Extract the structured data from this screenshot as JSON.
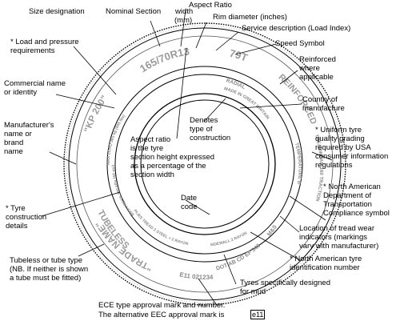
{
  "callouts": {
    "size_designation": "Size designation",
    "nominal_section": "Nominal Section",
    "width": "width",
    "mm": "(mm)",
    "aspect_ratio": "Aspect Ratio",
    "rim_diameter": "Rim diameter (inches)",
    "service_description": "Service description (Load Index)",
    "speed_symbol": "Speed Symbol",
    "reinforced": "Reinforced\nwhere\napplicable",
    "load_pressure": "* Load and pressure\nrequirements",
    "commercial_name": "Commercial name\nor identity",
    "country": "Country of\nmanufacture",
    "denotes": "Denotes\ntype of\nconstruction",
    "aspect_explained": "Aspect ratio\nis the tyre\nsection height expressed\nas a percentage of the\nsection width",
    "manufacturer": "Manufacturer's\nname or\nbrand\nname",
    "uniform": "* Uniform tyre\nquality grading\nrequired by USA\nconsumer information\nregulations",
    "north_american_dot": "* North American\nDepartment of\nTransportation\nCompliance symbol",
    "date_code": "Date\ncode",
    "tread_wear": "Location of tread wear\nindicators (markings\nvary with manufacturer)",
    "tyre_construction": "* Tyre\nconstruction\ndetails",
    "tubeless": "Tubeless or tube type\n(NB. If neither is shown\na tube must be fitted)",
    "north_american_id": "* North American tyre\nidentification number",
    "mud": "Tyres specifically designed\nfor mud",
    "ece": "ECE type approval mark and number.",
    "eec": "The alternative EEC approval mark is",
    "eec_box": "e11"
  },
  "tyre": {
    "size": "165/70R13",
    "service": "79T",
    "reinforced": "REINFORCED",
    "radial": "RADIAL",
    "made_in": "MADE IN GREAT BRITAIN",
    "trade_name": "\"TRADE NAME\"",
    "kp": "\"KP 200\"",
    "treadwear": "TREADWEAR 160 TRACTION A",
    "temperature": "TEMPERATURE B",
    "dot": "DOT AB CD EF 343",
    "ece_mark": "E11 021234",
    "tubeless": "TUBELESS",
    "ms": "M&S",
    "max_load": "MAX LOAD 365 kg (805 lbs)",
    "max_press": "MAX PRESS 300 kPa (44 psi)",
    "plies": "PLIES TREAD 2 STEEL + 2 RAYON",
    "sidewall": "SIDEWALL 2 RAYON"
  }
}
